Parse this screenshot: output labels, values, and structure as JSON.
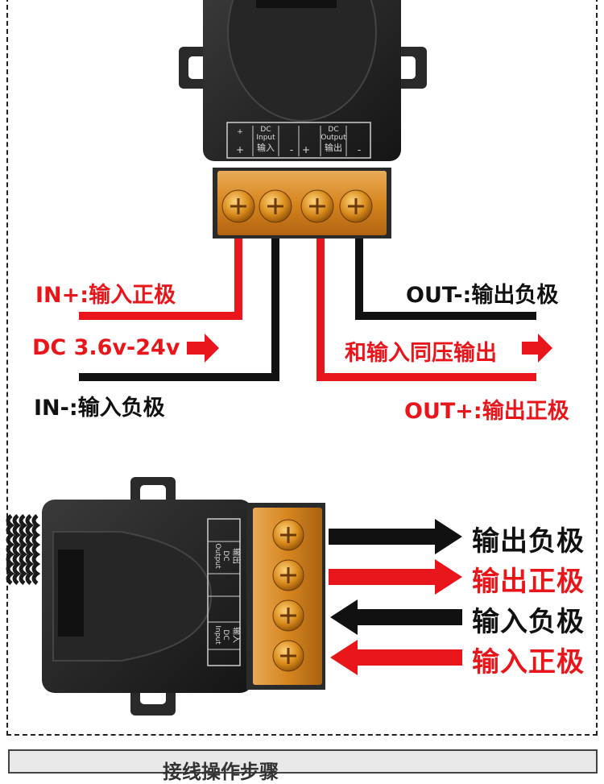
{
  "colors": {
    "accent_red": "#e8161b",
    "black": "#111111",
    "terminal_orange": "#e89a2a"
  },
  "device_labels": {
    "input_code": "DC",
    "input_en": "Input",
    "input_cn": "输入",
    "output_code": "DC",
    "output_en": "Output",
    "output_cn": "输出",
    "plus": "+",
    "minus": "-"
  },
  "top_wiring": {
    "in_plus": "IN+:输入正极",
    "dc_range": "DC 3.6v-24v",
    "in_minus": "IN-:输入负极",
    "out_minus": "OUT-:输出负极",
    "same_voltage": "和输入同压输出",
    "out_plus": "OUT+:输出正极"
  },
  "bottom_arrows": [
    {
      "text": "输出负极",
      "direction": "right",
      "color": "black"
    },
    {
      "text": "输出正极",
      "direction": "right",
      "color": "red"
    },
    {
      "text": "输入负极",
      "direction": "left",
      "color": "black"
    },
    {
      "text": "输入正极",
      "direction": "left",
      "color": "red"
    }
  ],
  "bottom_banner": "接线操作步骤"
}
